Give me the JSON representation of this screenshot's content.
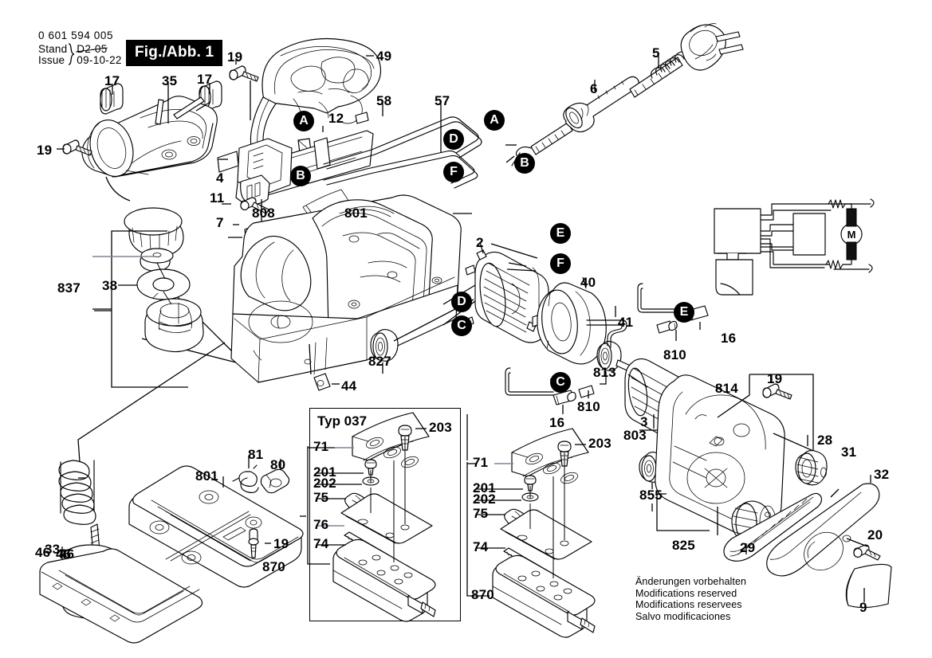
{
  "header": {
    "part_number": "0 601 594 005",
    "stand_label": "Stand",
    "issue_label": "Issue",
    "stand_value": "D2-05",
    "issue_value": "09-10-22",
    "figure_badge": "Fig./Abb. 1"
  },
  "typ_box": {
    "title": "Typ 037"
  },
  "notices": {
    "de": "Änderungen vorbehalten",
    "en": "Modifications reserved",
    "fr": "Modifications reservees",
    "es": "Salvo modificaciones"
  },
  "callout_letters": {
    "a1": "A",
    "a2": "A",
    "b1": "B",
    "b2": "B",
    "c1": "C",
    "c2": "C",
    "d1": "D",
    "d2": "D",
    "e1": "E",
    "e2": "E",
    "f1": "F",
    "f2": "F"
  },
  "part_numbers": {
    "n17a": "17",
    "n35": "35",
    "n17b": "17",
    "n19a": "19",
    "n19b": "19",
    "n49": "49",
    "n12": "12",
    "n58": "58",
    "n57": "57",
    "n5": "5",
    "n6": "6",
    "n4": "4",
    "n11": "11",
    "n7": "7",
    "n808": "808",
    "n801a": "801",
    "n837": "837",
    "n38": "38",
    "n2": "2",
    "n40": "40",
    "n41": "41",
    "n813": "813",
    "n810a": "810",
    "n810b": "810",
    "n16a": "16",
    "n16b": "16",
    "n3": "3",
    "n803": "803",
    "n814": "814",
    "n19c": "19",
    "n827": "827",
    "n44": "44",
    "n855": "855",
    "n825": "825",
    "n28": "28",
    "n31": "31",
    "n32": "32",
    "n20": "20",
    "n29": "29",
    "n9": "9",
    "n33": "33",
    "n46": "46",
    "n801b": "801",
    "n81": "81",
    "n80": "80",
    "n19d": "19",
    "n870a": "870",
    "n870b": "870",
    "n71a": "71",
    "n201a": "201",
    "n202a": "202",
    "n75a": "75",
    "n76": "76",
    "n74a": "74",
    "n203a": "203",
    "n71b": "71",
    "n201b": "201",
    "n202b": "202",
    "n75b": "75",
    "n74b": "74",
    "n203b": "203"
  },
  "schematic": {
    "motor_symbol": "M"
  },
  "colors": {
    "ink": "#000000",
    "paper": "#ffffff",
    "leader_gray": "#7d8694"
  }
}
